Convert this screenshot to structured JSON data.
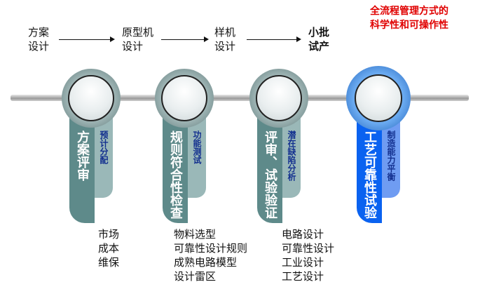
{
  "headline": [
    "全流程管理方式的",
    "科学性和可操作性"
  ],
  "stages": [
    {
      "lines": [
        "方案",
        "设计"
      ]
    },
    {
      "lines": [
        "原型机",
        "设计"
      ]
    },
    {
      "lines": [
        "样机",
        "设计"
      ]
    },
    {
      "lines": [
        "小批",
        "试产"
      ]
    }
  ],
  "keys": [
    {
      "main": "方案评审",
      "sub": "预计分配",
      "items": [
        "市场",
        "成本",
        "维保"
      ],
      "color": "#5e8a8a",
      "light": "#9ab8b8"
    },
    {
      "main": "规则符合性检查",
      "sub": "功能测试",
      "items": [
        "物料选型",
        "可靠性设计规则",
        "成熟电路模型",
        "设计雷区"
      ],
      "color": "#5e8a8a",
      "light": "#9ab8b8"
    },
    {
      "main": "评审、试验验证",
      "sub": "潜在缺陷分析",
      "items": [
        "电路设计",
        "可靠性设计",
        "工业设计",
        "工艺设计"
      ],
      "color": "#5e8a8a",
      "light": "#9ab8b8"
    },
    {
      "main": "工艺可靠性试验",
      "sub": "制造能力平衡",
      "items": [],
      "color": "#0a62f0",
      "light": "#6f9cf2"
    }
  ]
}
